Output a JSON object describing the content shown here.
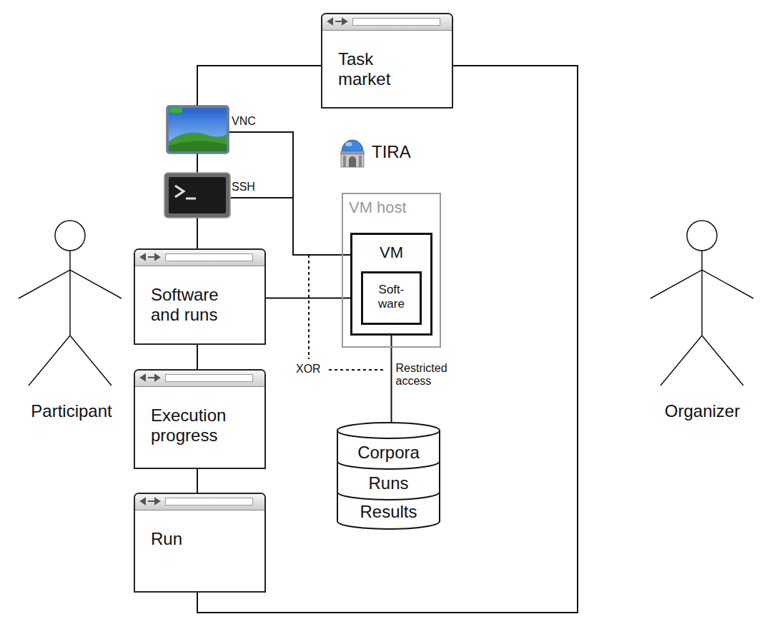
{
  "diagram": {
    "nodes": [
      {
        "text": [
          "Task market"
        ]
      },
      {
        "text": [
          "Software and runs"
        ]
      },
      {
        "text": [
          "Execution progress"
        ]
      },
      {
        "text": [
          "Run"
        ]
      },
      {
        "text": [
          "VM host"
        ]
      },
      {
        "text": [
          "VM"
        ],
        "in": 4
      },
      {
        "text": [
          "Soft- ware"
        ],
        "in": 5
      },
      {
        "text": [
          "Corpora",
          "Runs",
          "Results"
        ]
      },
      {
        "text": [
          "Participant"
        ]
      },
      {
        "text": [
          "Organizer"
        ]
      }
    ],
    "edges": [
      {
        "from": 0,
        "to": 1,
        "arrow": "none"
      },
      {
        "from": 1,
        "to": 2,
        "arrow": "none"
      },
      {
        "from": 2,
        "to": 3,
        "arrow": "none"
      },
      {
        "from": 3,
        "to": 0,
        "arrow": "none"
      },
      {
        "from": 1,
        "to": 6,
        "arrow": "none"
      },
      {
        "from": 6,
        "to": 7,
        "label": "Restricted access",
        "arrow": "none"
      }
    ],
    "labels": [
      "TIRA",
      "VNC",
      "SSH",
      "XOR"
    ]
  }
}
